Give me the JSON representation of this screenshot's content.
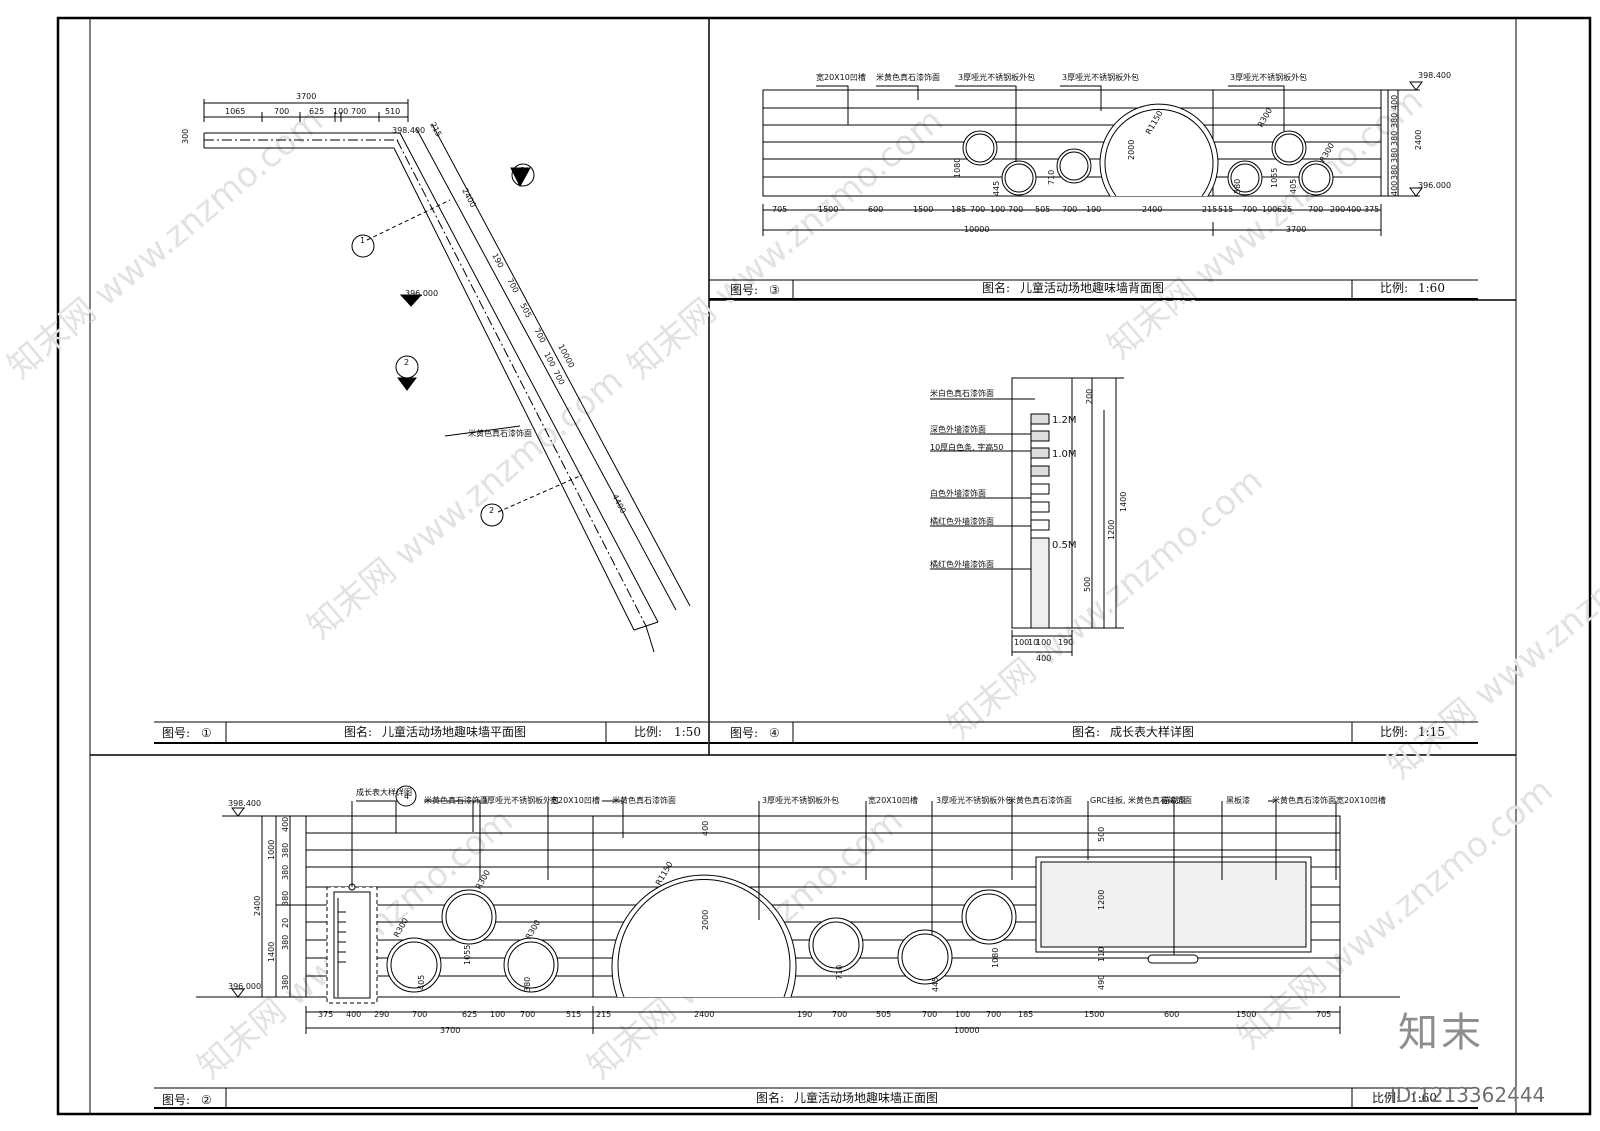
{
  "watermark": {
    "text": "知末网 www.znzmo.com",
    "logo": "知末",
    "id_label": "ID:1213362444"
  },
  "panels": {
    "plan": {
      "label_no": "图号:",
      "no": "①",
      "name_label": "图名:",
      "name": "儿童活动场地趣味墙平面图",
      "scale_label": "比例:",
      "scale": "1:50",
      "elevation_top": "398.400",
      "elevation_ground": "396.000",
      "dim_total_top": "3700",
      "dims_top": [
        "1065",
        "700",
        "625",
        "100",
        "700",
        "510"
      ],
      "dim_thick": "300",
      "dims_diag": [
        "215",
        "2400",
        "190",
        "700",
        "505",
        "700",
        "100",
        "700",
        "10000",
        "4400"
      ],
      "note": "米黄色真石漆饰面",
      "markers": [
        "3",
        "1",
        "2",
        "2"
      ]
    },
    "back": {
      "label_no": "图号:",
      "no": "③",
      "name_label": "图名:",
      "name": "儿童活动场地趣味墙背面图",
      "scale_label": "比例:",
      "scale": "1:60",
      "elevation_top": "398.400",
      "elevation_ground": "396.000",
      "notes": [
        "宽20X10凹槽",
        "米黄色真石漆饰面",
        "3厚哑光不锈钢板外包",
        "3厚哑光不锈钢板外包",
        "3厚哑光不锈钢板外包"
      ],
      "dims_bottom": [
        "705",
        "1500",
        "600",
        "1500",
        "185",
        "700",
        "100",
        "700",
        "505",
        "700",
        "190",
        "2400",
        "215",
        "515",
        "700",
        "100",
        "625",
        "700",
        "290",
        "400",
        "375"
      ],
      "dim_total_a": "10000",
      "dim_total_b": "3700",
      "dims_side": [
        "2400",
        "400",
        "380",
        "380",
        "380",
        "380",
        "400"
      ],
      "circle_labels": [
        "R1150",
        "R300",
        "R300",
        "2000",
        "1080",
        "445",
        "710",
        "380",
        "1055",
        "405"
      ]
    },
    "growth": {
      "label_no": "图号:",
      "no": "④",
      "name_label": "图名:",
      "name": "成长表大样详图",
      "scale_label": "比例:",
      "scale": "1:15",
      "notes": [
        "米白色真石漆饰面",
        "深色外墙漆饰面",
        "10厚白色条, 字高50",
        "白色外墙漆饰面",
        "橘红色外墙漆饰面",
        "橘红色外墙漆饰面"
      ],
      "marks": [
        "1.2M",
        "1.0M",
        "0.5M"
      ],
      "dims_right": [
        "200",
        "1400",
        "1200",
        "500"
      ],
      "dims_bottom": [
        "100",
        "10",
        "100",
        "190"
      ],
      "dim_total": "400"
    },
    "front": {
      "label_no": "图号:",
      "no": "②",
      "name_label": "图名:",
      "name": "儿童活动场地趣味墙正面图",
      "scale_label": "比例:",
      "scale": "1:60",
      "elevation_top": "398.400",
      "elevation_ground": "396.000",
      "notes": [
        "成长表大样详图",
        "米黄色真石漆饰面",
        "3厚哑光不锈钢板外包",
        "宽20X10凹槽",
        "米黄色真石漆饰面",
        "3厚哑光不锈钢板外包",
        "宽20X10凹槽",
        "3厚哑光不锈钢板外包",
        "米黄色真石漆饰面",
        "GRC挂板, 米黄色真石漆饰面",
        "游戏盘",
        "黑板漆",
        "米黄色真石漆饰面",
        "宽20X10凹槽"
      ],
      "dims_bottom": [
        "375",
        "400",
        "290",
        "700",
        "625",
        "100",
        "700",
        "515",
        "215",
        "2400",
        "190",
        "700",
        "505",
        "700",
        "100",
        "700",
        "185",
        "1500",
        "600",
        "1500",
        "705"
      ],
      "dim_total_a": "3700",
      "dim_total_b": "10000",
      "dims_side": [
        "1000",
        "400",
        "380",
        "380",
        "2400",
        "380",
        "20",
        "380",
        "1400",
        "380"
      ],
      "circle_labels": [
        "R300",
        "R300",
        "R300",
        "R1150",
        "400",
        "2000",
        "1055",
        "405",
        "380",
        "710",
        "445",
        "1080",
        "500",
        "1200",
        "110",
        "490"
      ]
    }
  }
}
